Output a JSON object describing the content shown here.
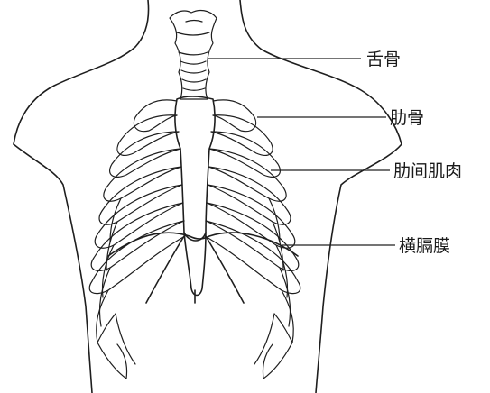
{
  "colors": {
    "ink": "#1e1e1e",
    "background": "#ffffff"
  },
  "labels": {
    "hyoid": "舌骨",
    "rib": "肋骨",
    "intercostal": "肋间肌肉",
    "diaphragm": "横膈膜"
  }
}
